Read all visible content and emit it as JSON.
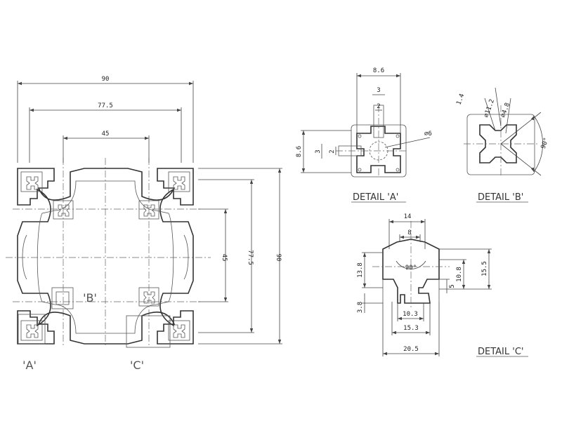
{
  "main_view": {
    "dim_width_total": "90",
    "dim_width_inner": "77.5",
    "dim_width_core": "45",
    "dim_height_core": "45",
    "dim_height_inner": "77.5",
    "dim_height_total": "90",
    "label_a": "'A'",
    "label_b": "'B'",
    "label_c": "'C'"
  },
  "detail_a": {
    "title": "DETAIL 'A'",
    "dim_width": "8.6",
    "dim_slot": "3",
    "dim_slot_inner": "2",
    "dim_height": "8.6",
    "dim_side_slot": "3",
    "dim_side_inner": "2",
    "dim_hole": "⌀6"
  },
  "detail_b": {
    "title": "DETAIL 'B'",
    "dim_a": "1.4",
    "dim_b": "⌀11.2",
    "dim_c": "⌀4.8",
    "dim_angle": "90°"
  },
  "detail_c": {
    "title": "DETAIL 'C'",
    "dim_top_outer": "14",
    "dim_top_inner": "8",
    "dim_angle": "90°",
    "dim_left_outer": "13.8",
    "dim_left_inner": "3.8",
    "dim_right_a": "10.8",
    "dim_right_b": "15.5",
    "dim_right_c": "5",
    "dim_bottom_a": "10.3",
    "dim_bottom_b": "15.3",
    "dim_bottom_c": "20.5"
  }
}
